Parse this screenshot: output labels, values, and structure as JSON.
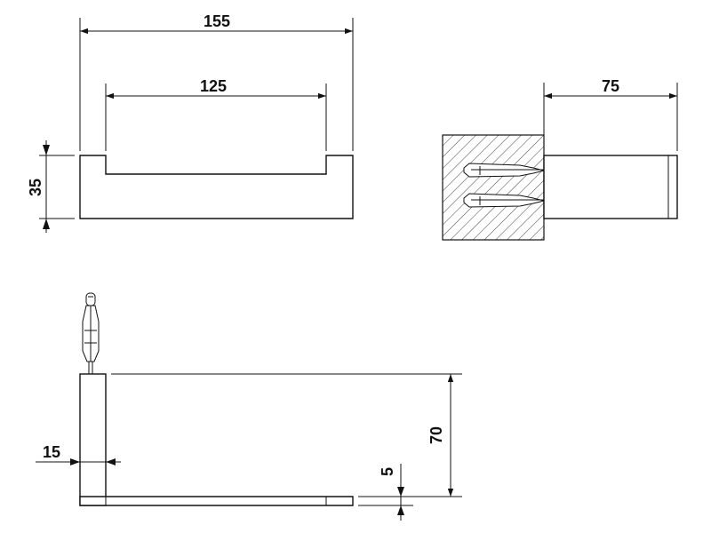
{
  "drawing": {
    "type": "technical-drawing",
    "subject": "wall-mounted holder, three orthographic views",
    "line_color": "#111111",
    "background": "#ffffff",
    "hatch_color": "#444444"
  },
  "dimensions": {
    "overall_width": "155",
    "inner_width": "125",
    "height": "35",
    "depth": "75",
    "wall_thickness": "15",
    "side_height": "70",
    "base_thickness": "5"
  },
  "icons": {
    "arrow": "arrowhead-icon",
    "wall_plug": "wall-anchor-icon",
    "hatch": "wall-hatch-icon"
  }
}
